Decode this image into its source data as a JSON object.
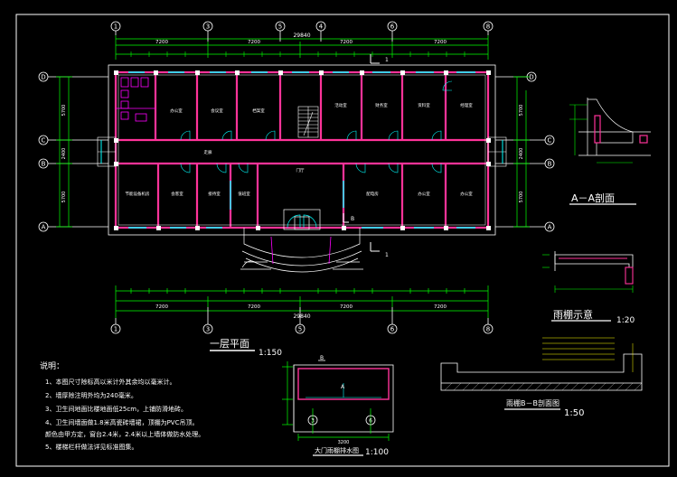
{
  "axes": {
    "cols": [
      "1",
      "3",
      "5",
      "4",
      "6",
      "8"
    ],
    "rows": [
      "D",
      "C",
      "B",
      "A"
    ]
  },
  "dims": {
    "top_total": "29840",
    "top_bays": [
      "7200",
      "7200",
      "7200",
      "7200"
    ],
    "bottom_total": "29840",
    "bottom_bays": [
      "7200",
      "7200",
      "7200",
      "7200"
    ],
    "left_vertical": [
      "5700",
      "2400",
      "5700"
    ],
    "right_vertical": [
      "5700",
      "2400",
      "5700"
    ]
  },
  "rooms": {
    "r_top1": "办公室",
    "r_top2": "会议室",
    "r_top3": "档案室",
    "r_top4": "活动室",
    "r_top5": "财务室",
    "r_top6": "资料室",
    "r_top7": "经理室",
    "r_bot1": "节能设备机房",
    "r_bot2": "会客室",
    "r_bot3": "接待室",
    "r_bot4": "值班室",
    "r_bot5": "门厅",
    "r_bot6": "配电房",
    "r_bot7": "办公室",
    "r_bot8": "办公室",
    "r_corridor": "走廊"
  },
  "labels": {
    "plan_title": "一层平面",
    "plan_scale": "1:150",
    "section_aa_title": "A－A剖面",
    "canopy_title": "雨棚示意",
    "canopy_scale": "1:20",
    "detail_title": "大门雨棚排水图",
    "detail_scale": "1:100",
    "section_bb_title": "雨棚B－B剖面图",
    "section_bb_scale": "1:50",
    "cut_mark_1": "1",
    "cut_mark_b": "B",
    "detail_width": "3200",
    "detail_marks": [
      "A",
      "B"
    ]
  },
  "notes": {
    "heading": "说明：",
    "items": [
      "1、本图尺寸除标高以米计外其余均以毫米计。",
      "2、墙厚除注明外均为240毫米。",
      "3、卫生间地面比楼地面低25cm，上铺防滑地砖。",
      "4、卫生间墙面做1.8米高瓷砖墙裙，顶棚为PVC吊顶。",
      "    颜色由甲方定，窗台2.4米，2.4米以上墙体做防水处理。",
      "5、楼梯栏杆做法详见标准图集。"
    ]
  }
}
